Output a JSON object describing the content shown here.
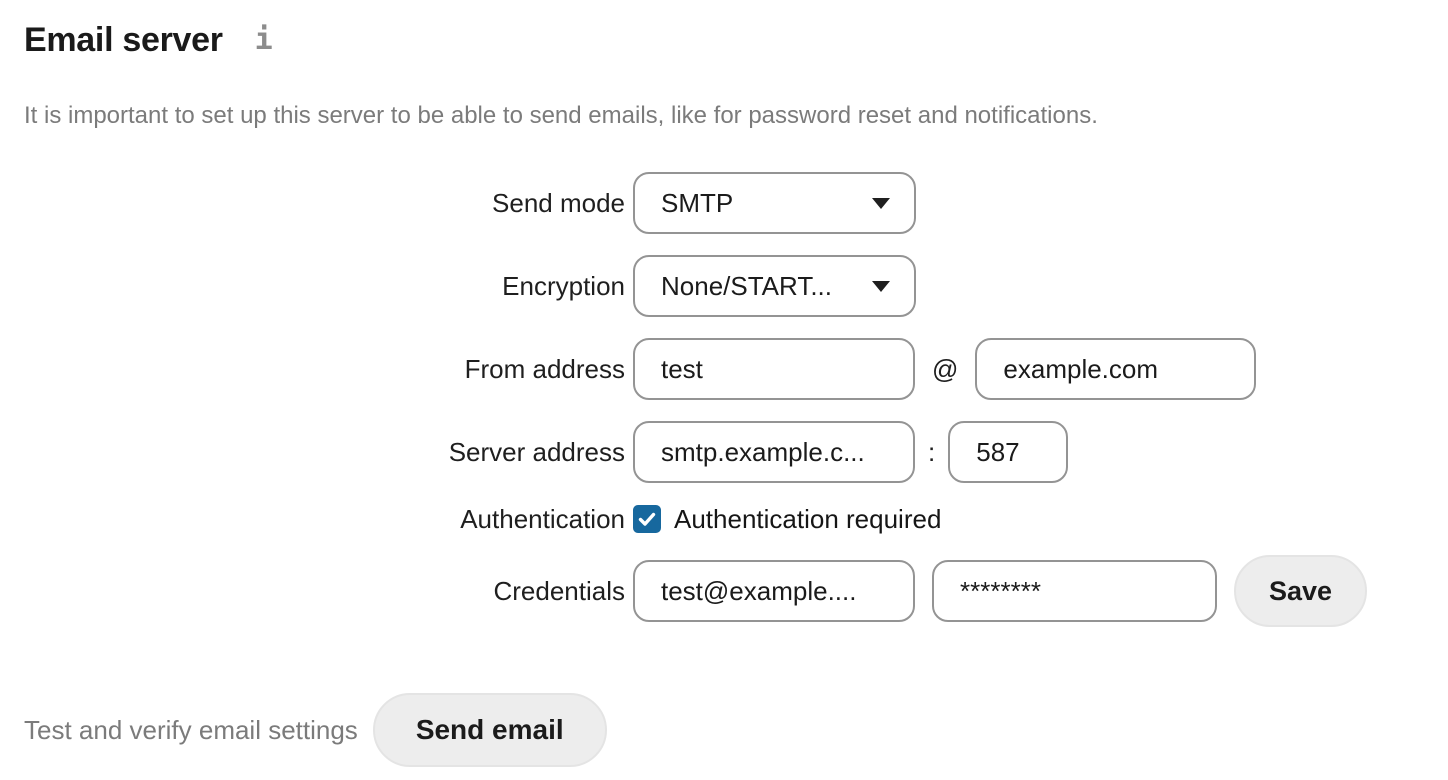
{
  "page": {
    "title": "Email server",
    "description": "It is important to set up this server to be able to send emails, like for password reset and notifications."
  },
  "form": {
    "send_mode": {
      "label": "Send mode",
      "value": "SMTP"
    },
    "encryption": {
      "label": "Encryption",
      "value": "None/START..."
    },
    "from_address": {
      "label": "From address",
      "local": "test",
      "separator": "@",
      "domain": "example.com"
    },
    "server_address": {
      "label": "Server address",
      "host": "smtp.example.c...",
      "separator": ":",
      "port": "587"
    },
    "authentication": {
      "label": "Authentication",
      "checkbox_label": "Authentication required",
      "checked": true
    },
    "credentials": {
      "label": "Credentials",
      "username": "test@example....",
      "password": "********"
    },
    "save_button_label": "Save"
  },
  "test_section": {
    "label": "Test and verify email settings",
    "button_label": "Send email"
  },
  "icons": {
    "info": "info-icon",
    "dropdown": "chevron-down-icon",
    "checkmark": "check-icon"
  },
  "colors": {
    "accent": "#17689e",
    "input_border": "#949494",
    "muted_text": "#7b7b7b",
    "button_bg": "#ededed",
    "text": "#1b1b1b",
    "icon_gray": "#8c8c8c"
  }
}
